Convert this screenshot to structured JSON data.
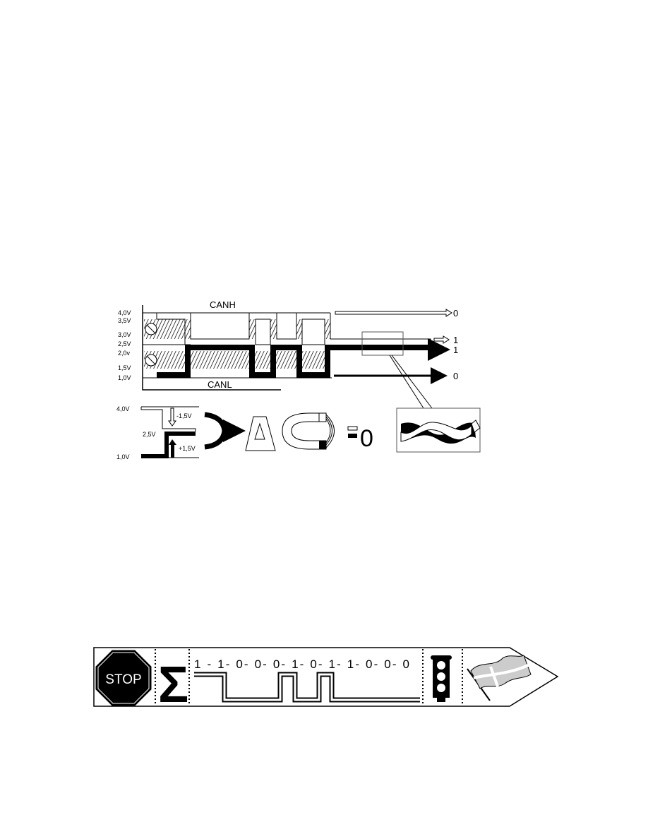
{
  "can_levels_diagram": {
    "canh_label": "CANH",
    "canl_label": "CANL",
    "voltage_labels": [
      "4,0V",
      "3,5V",
      "3,0V",
      "2,5V",
      "2,0v",
      "1,5V",
      "1,0V"
    ],
    "outputs": [
      "0",
      "1",
      "1",
      "0"
    ]
  },
  "differential_diagram": {
    "high_label": "4,0V",
    "mid_label": "2,5V",
    "low_label": "1,0V",
    "minus_label": "-1,5V",
    "plus_label": "+1,5V",
    "result": "0"
  },
  "frame_strip": {
    "stop_label": "STOP",
    "sigma_label": "Σ",
    "bits": "1 - 1- 0- 0- 0- 1- 0- 1- 1- 0- 0- 0"
  }
}
